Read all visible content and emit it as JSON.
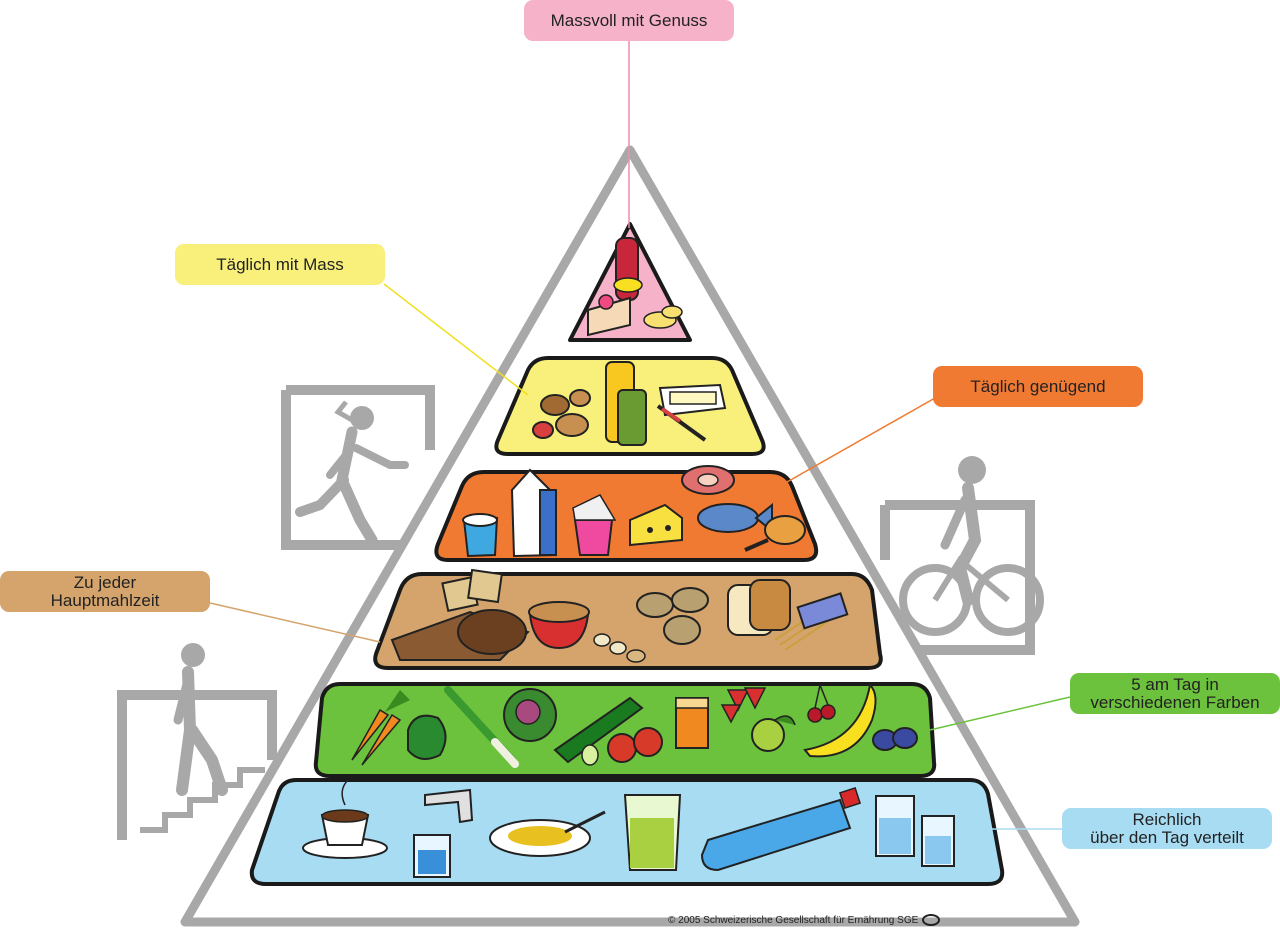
{
  "levels": [
    {
      "key": "sweets",
      "label": "Massvoll mit Genuss",
      "color": "#f6b2c8"
    },
    {
      "key": "fats",
      "label": "Täglich mit Mass",
      "color": "#f8f07a"
    },
    {
      "key": "protein",
      "label": "Täglich genügend",
      "color": "#f07a32"
    },
    {
      "key": "starch",
      "label": "Zu jeder\nHauptmahlzeit",
      "color": "#d4a46c"
    },
    {
      "key": "produce",
      "label": "5 am Tag in\nverschiedenen Farben",
      "color": "#6cc23c"
    },
    {
      "key": "drinks",
      "label": "Reichlich\nüber den Tag verteilt",
      "color": "#a8dcf2"
    }
  ],
  "copyright": "© 2005 Schweizerische Gesellschaft für Ernährung SGE",
  "pyramid_outline_color": "#a8a8a8",
  "food_items": {
    "sweets": [
      "lemonade-bottle",
      "cake-slice",
      "chips"
    ],
    "fats": [
      "nuts",
      "oil-bottle",
      "butter-dish",
      "knife"
    ],
    "protein": [
      "yogurt-cup",
      "milk-carton",
      "dessert-cup",
      "cheese",
      "meat",
      "fish",
      "chicken-leg"
    ],
    "starch": [
      "crackers",
      "bread-loaf",
      "cereal-bowl",
      "legumes",
      "potatoes",
      "sliced-bread",
      "pasta"
    ],
    "produce": [
      "carrots",
      "pepper",
      "leek",
      "lettuce",
      "cucumber",
      "tomatoes",
      "juice-glass",
      "strawberries",
      "apple",
      "cherries",
      "banana",
      "plums"
    ],
    "drinks": [
      "coffee-cup",
      "faucet",
      "soup-plate",
      "tea-pitcher",
      "water-bottle",
      "water-glasses"
    ]
  },
  "activity_icons": [
    "running-person-icon",
    "cycling-person-icon",
    "stairs-walking-icon"
  ]
}
